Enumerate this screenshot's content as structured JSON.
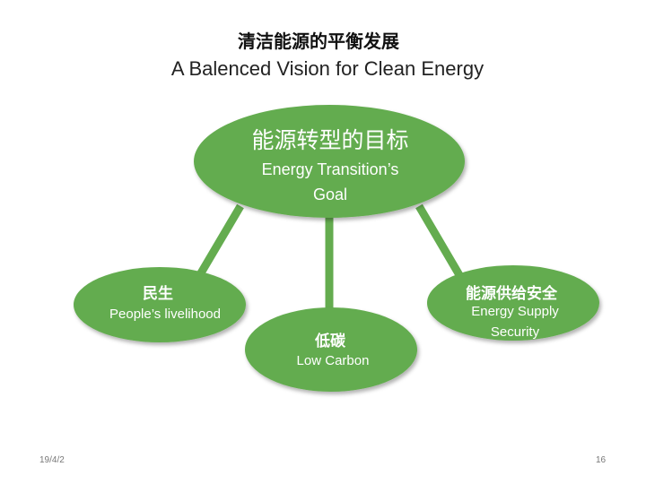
{
  "title_cn": "清洁能源的平衡发展",
  "title_en": "A Balenced Vision for Clean Energy",
  "center": {
    "cn": "能源转型的目标",
    "en1": "Energy Transition’s",
    "en2": "Goal"
  },
  "left": {
    "cn": "民生",
    "en": "People’s livelihood"
  },
  "middle": {
    "cn": "低碳",
    "en": "Low Carbon"
  },
  "right": {
    "cn": "能源供给安全",
    "en1": "Energy Supply",
    "en2": "Security"
  },
  "footer": {
    "date": "19/4/2",
    "page": "16"
  },
  "colors": {
    "green": "#64ac4f"
  }
}
